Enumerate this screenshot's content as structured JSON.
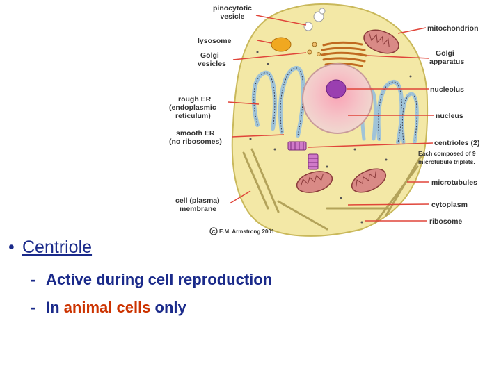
{
  "diagram": {
    "labels": {
      "pinocytotic_vesicle": [
        "pinocytotic",
        "vesicle"
      ],
      "lysosome": "lysosome",
      "golgi_vesicles": [
        "Golgi",
        "vesicles"
      ],
      "rough_er": [
        "rough ER",
        "(endoplasmic",
        "reticulum)"
      ],
      "smooth_er": [
        "smooth ER",
        "(no ribosomes)"
      ],
      "cell_membrane": [
        "cell (plasma)",
        "membrane"
      ],
      "mitochondrion": "mitochondrion",
      "golgi_apparatus": [
        "Golgi",
        "apparatus"
      ],
      "nucleolus": "nucleolus",
      "nucleus": "nucleus",
      "centrioles": "centrioles (2)",
      "centrioles_note": [
        "Each composed of 9",
        "microtubule triplets."
      ],
      "microtubules": "microtubules",
      "cytoplasm": "cytoplasm",
      "ribosome": "ribosome"
    },
    "copyright": "E.M. Armstrong 2001",
    "copyright_symbol": "C"
  },
  "bullet": {
    "marker": "•",
    "title": "Centriole",
    "points": [
      {
        "dash": "-",
        "text": "Active during cell reproduction"
      },
      {
        "dash": "-",
        "text_before": "In ",
        "highlight": "animal cells",
        "text_after": " only"
      }
    ]
  },
  "colors": {
    "arrow": "#e0453a",
    "cytoplasm": "#f3e8a6",
    "nucleus": "#f2c9c9",
    "nucleolus": "#9a3fb0",
    "mitochondrion": "#d98a86",
    "lysosome": "#f0a820",
    "golgi": "#e8a060",
    "er": "#9fc3d8",
    "bullet_text": "#1a2a8a",
    "highlight": "#cc3300"
  }
}
